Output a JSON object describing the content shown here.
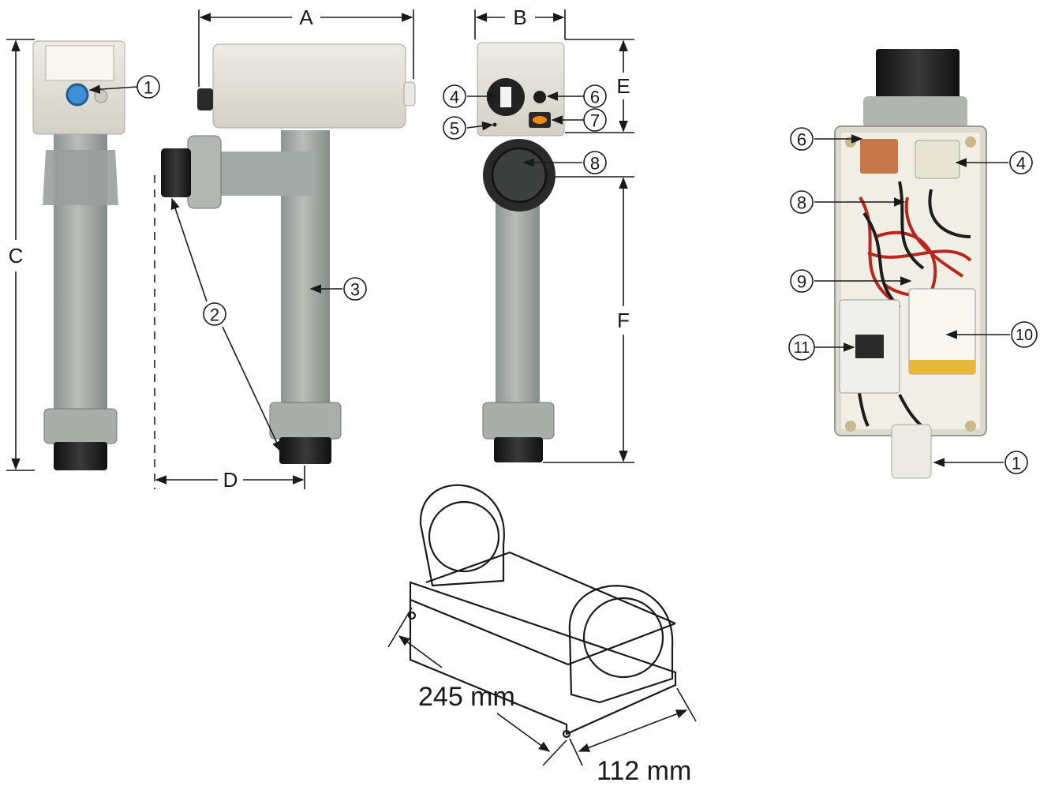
{
  "dimensions": {
    "A": "A",
    "B": "B",
    "C": "C",
    "D": "D",
    "E": "E",
    "F": "F"
  },
  "callouts": {
    "n1": "1",
    "n2": "2",
    "n3": "3",
    "n4": "4",
    "n5": "5",
    "n6": "6",
    "n7": "7",
    "n8": "8",
    "n9": "9",
    "n10": "10",
    "n11": "11"
  },
  "bracket": {
    "length": "245 mm",
    "width": "112 mm"
  },
  "colors": {
    "housing": "#e2e0d6",
    "tube": "#a3a9a6",
    "fitting": "#2a2a2a",
    "interior": "#f1eee6",
    "line": "#1a1a1a"
  }
}
